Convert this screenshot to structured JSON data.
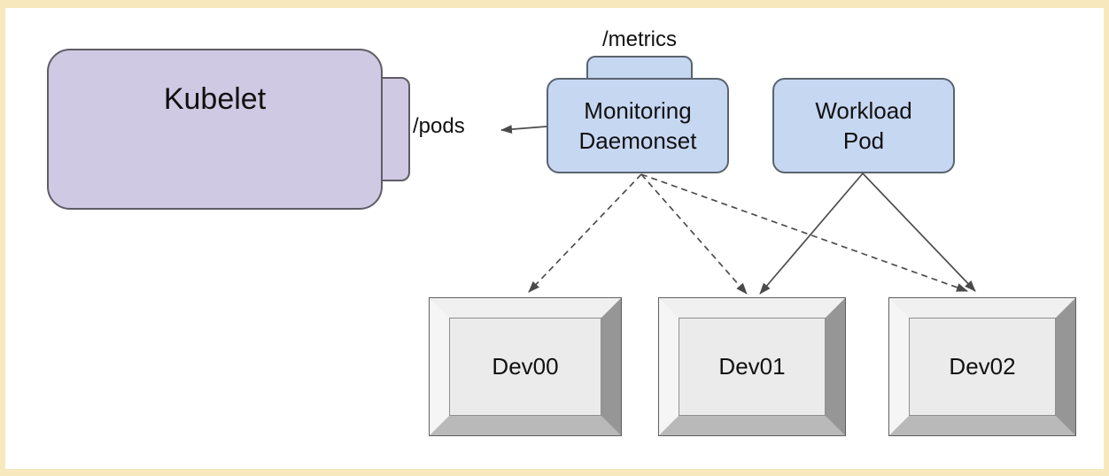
{
  "diagram": {
    "nodes": {
      "kubelet": {
        "label": "Kubelet",
        "fill": "#cfc9e3",
        "shape": "rounded-stack"
      },
      "monitoring": {
        "label": "Monitoring\nDaemonset",
        "fill": "#c6d7f2",
        "shape": "rounded-tabbed"
      },
      "workload": {
        "label": "Workload\nPod",
        "fill": "#c6d7f2",
        "shape": "rounded"
      }
    },
    "endpoints": {
      "metrics": {
        "label": "/metrics"
      },
      "pods": {
        "label": "/pods"
      }
    },
    "devices": [
      {
        "label": "Dev00"
      },
      {
        "label": "Dev01"
      },
      {
        "label": "Dev02"
      }
    ],
    "edges": [
      {
        "from": "monitoring",
        "to": "pods-endpoint",
        "style": "solid"
      },
      {
        "from": "monitoring",
        "to": "dev00",
        "style": "dashed"
      },
      {
        "from": "monitoring",
        "to": "dev01",
        "style": "dashed"
      },
      {
        "from": "monitoring",
        "to": "dev02",
        "style": "dashed"
      },
      {
        "from": "workload",
        "to": "dev01",
        "style": "solid"
      },
      {
        "from": "workload",
        "to": "dev02",
        "style": "solid"
      }
    ],
    "colors": {
      "frame": "#f8e8bd",
      "node_lavender": "#cfc9e3",
      "node_blue": "#c6d7f2",
      "node_border": "#5a5a5a",
      "arrow": "#4a4a4a",
      "device_face": "#ebebeb",
      "device_bevel_light": "#f2f2f2",
      "device_bevel_dark": "#969696",
      "device_bevel_mid": "#b9b9b9"
    }
  }
}
